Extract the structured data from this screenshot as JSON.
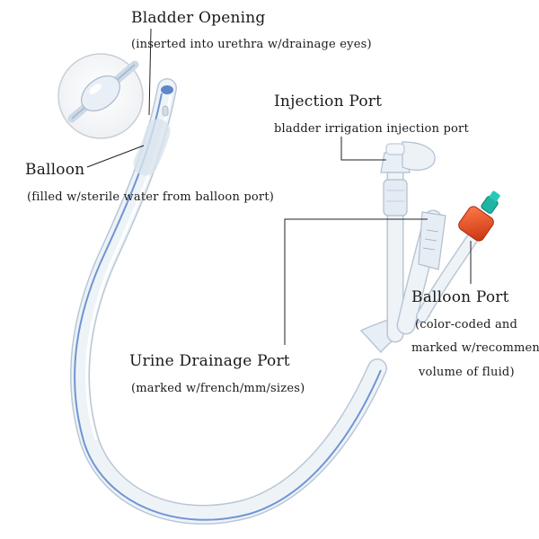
{
  "labels": {
    "bladder_opening": {
      "title": "Bladder Opening",
      "caption": "(inserted into urethra w/drainage eyes)"
    },
    "injection_port": {
      "title": "Injection Port",
      "caption": "bladder irrigation injection port"
    },
    "balloon": {
      "title": "Balloon",
      "caption": "(filled w/sterile water from balloon port)"
    },
    "balloon_port": {
      "title": "Balloon Port",
      "caption_line1": "(color-coded and",
      "caption_line2": "marked w/recommende",
      "caption_line3": "volume of fluid)"
    },
    "urine_drainage_port": {
      "title": "Urine Drainage Port",
      "caption": "(marked w/french/mm/sizes)"
    }
  },
  "colors": {
    "tube_fill": "#eef3f8",
    "tube_edge": "#b9c7d6",
    "radiopaque_stripe": "#6f95d2",
    "valve_cap": "#e8471f",
    "luer_tip": "#1fb5a4",
    "leader_line": "#222222"
  },
  "icons": {
    "balloon_inset": "magnified-balloon-icon",
    "tip": "catheter-tip-icon",
    "valve": "balloon-valve-icon"
  }
}
